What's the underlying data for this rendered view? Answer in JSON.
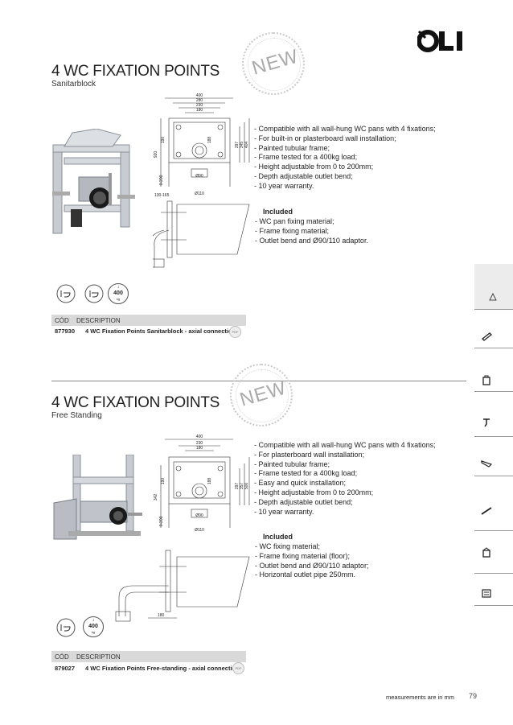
{
  "brand": {
    "logo_text": "OLI"
  },
  "section1": {
    "title": "4 WC FIXATION POINTS",
    "subtitle": "Sanitarblock",
    "stamp": "NEW",
    "features": [
      "Compatible with all wall-hung WC pans with 4 fixations;",
      "For built-in or plasterboard wall installation;",
      "Painted tubular frame;",
      "Frame tested for a 400kg load;",
      "Height adjustable from 0 to 200mm;",
      "Depth adjustable outlet bend;",
      "10 year warranty."
    ],
    "included_title": "Included",
    "included": [
      "WC pan fixing material;",
      "Frame fixing material;",
      "Outlet bend and Ø90/110 adaptor."
    ],
    "dims": {
      "d400": "400",
      "d280": "280",
      "d230": "230",
      "d180": "180",
      "d920": "920",
      "d190": "190",
      "d188": "188",
      "d297": "297",
      "d345": "345",
      "d404": "404",
      "d0_200": "0-200",
      "d90": "Ø90",
      "d110": "Ø110",
      "d130_165": "130-165"
    },
    "load_badge": {
      "value": "400",
      "unit": "kg"
    },
    "table": {
      "col_code": "CÓD",
      "col_desc": "DESCRIPTION",
      "rows": [
        {
          "code": "877930",
          "desc": "4 WC Fixation Points Sanitarblock - axial connection",
          "badge": "PDF"
        }
      ]
    }
  },
  "section2": {
    "title": "4 WC FIXATION POINTS",
    "subtitle": "Free Standing",
    "stamp": "NEW",
    "features": [
      "Compatible with all wall-hung WC pans with 4 fixations;",
      "For plasterboard wall installation;",
      "Painted tubular frame;",
      "Frame tested for a 400kg load;",
      "Easy and quick installation;",
      "Height adjustable from 0 to 200mm;",
      "Depth adjustable outlet bend;",
      "10 year warranty."
    ],
    "included_title": "Included",
    "included": [
      "WC fixing material;",
      "Frame fixing material (floor);",
      "Outlet bend and Ø90/110 adaptor;",
      "Horizontal outlet pipe 250mm."
    ],
    "dims": {
      "d400": "400",
      "d230": "230",
      "d180": "180",
      "d342": "342",
      "d190": "190",
      "d188": "188",
      "d297": "297",
      "d357": "357",
      "d500": "500",
      "d0_200": "0-200",
      "d90": "Ø90",
      "d110": "Ø110",
      "d180b": "180"
    },
    "load_badge": {
      "value": "400",
      "unit": "kg"
    },
    "table": {
      "col_code": "CÓD",
      "col_desc": "DESCRIPTION",
      "rows": [
        {
          "code": "879027",
          "desc": "4 WC Fixation Points Free-standing - axial connection",
          "badge": "PDF"
        }
      ]
    }
  },
  "footer": {
    "note": "measurements are in mm",
    "page": "79"
  },
  "side_tabs": [
    "active-tab-icon",
    "cistern-icon",
    "bag-icon",
    "tap-icon",
    "sink-icon",
    "pipe-icon",
    "box-icon",
    "catalogue-icon"
  ]
}
